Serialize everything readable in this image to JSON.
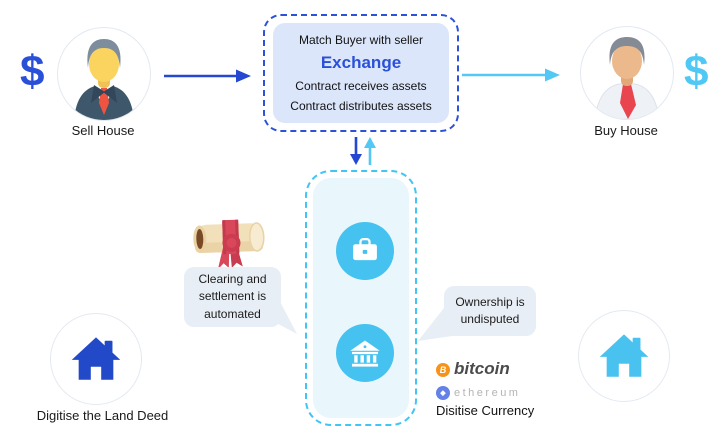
{
  "colors": {
    "arrow_blue": "#2448d1",
    "accent_blue": "#2b50d8",
    "exchange_border": "#2b52d9",
    "exchange_fill": "#dbe6fa",
    "cyan": "#45c2ef",
    "arrow_cyan": "#54c8f5",
    "container_border": "#41c5f2",
    "container_fill": "#e9f6fc",
    "bubble_fill": "#e8eef5",
    "bitcoin_orange": "#f7931a",
    "ethereum_blue": "#6481e7",
    "house_blue": "#2149c8",
    "house_cyan": "#4ac2f0"
  },
  "seller": {
    "dollar": "$",
    "label": "Sell House"
  },
  "buyer": {
    "dollar": "$",
    "label": "Buy House"
  },
  "exchange": {
    "top": "Match Buyer with seller",
    "title": "Exchange",
    "mid": "Contract receives assets",
    "bottom": "Contract distributes assets"
  },
  "bubble_left": {
    "text": "Clearing and\nsettlement is\nautomated"
  },
  "bubble_right": {
    "text": "Ownership is\nundisputed"
  },
  "crypto": {
    "bitcoin_symbol": "B",
    "bitcoin": "bitcoin",
    "ethereum_symbol": "◆",
    "ethereum": "ethereum",
    "caption": "Disitise Currency"
  },
  "deed": {
    "label": "Digitise the Land Deed"
  }
}
